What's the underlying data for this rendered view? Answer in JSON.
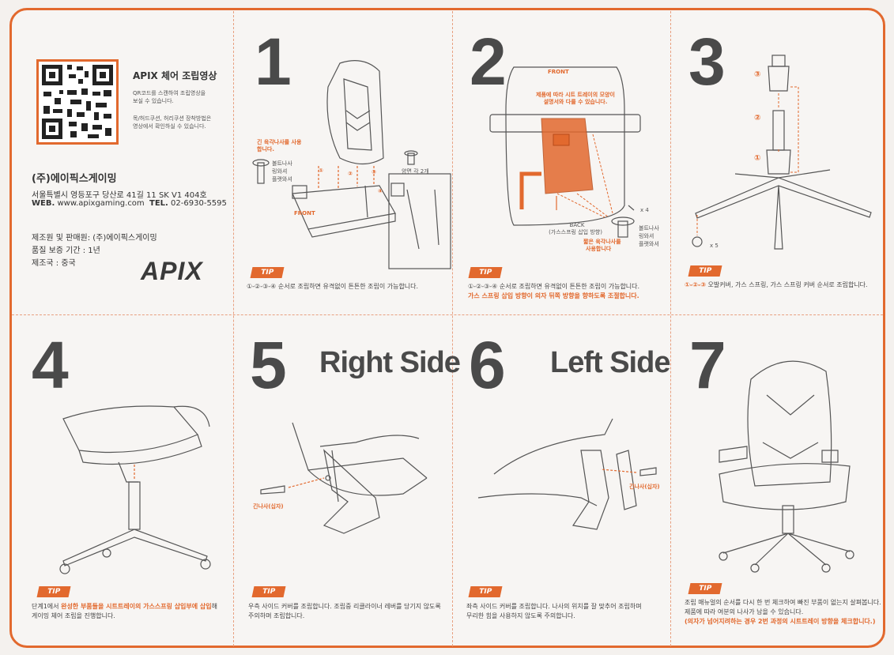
{
  "intro": {
    "video_title": "APIX 체어 조립영상",
    "qr_text_1": "QR코드를 스캔하여 조립영상을",
    "qr_text_2": "보실 수 있습니다.",
    "qr_text_3": "목/허드쿠션, 허리쿠션 장착방법은",
    "qr_text_4": "영상에서 확인하실 수 있습니다.",
    "company": "(주)에이픽스게이밍",
    "address": "서울특별시 영등포구 당산로 41길 11 SK V1 404호",
    "web_label": "WEB.",
    "web": "www.apixgaming.com",
    "tel_label": "TEL.",
    "tel": "02-6930-5595",
    "maker": "제조원 및 판매원: (주)에이픽스게이밍",
    "warranty": "품질 보증 기간 : 1년",
    "origin": "제조국 : 중국",
    "logo": "APIX"
  },
  "tip_label": "TIP",
  "step1": {
    "number": "1",
    "note": "긴 육각나사를 사용합니다.",
    "washer_1": "볼트나사",
    "washer_2": "링와셔",
    "washer_3": "플랫와셔",
    "both_sides": "양면 각 2개",
    "front": "FRONT",
    "c1": "①",
    "c2": "②",
    "c3": "③",
    "c4": "④",
    "tip": "①-②-③-④ 순서로 조립하면 유격없이 튼튼한 조립이 가능합니다."
  },
  "step2": {
    "number": "2",
    "front": "FRONT",
    "warn_1": "제품에 따라 시트 트레이의 모양이",
    "warn_2": "설명서와 다를 수 있습니다.",
    "back_1": "BACK",
    "back_2": "(가스스프링 삽입 방향)",
    "x4": "x 4",
    "washer_1": "볼트나사",
    "washer_2": "링와셔",
    "washer_3": "플랫와셔",
    "short_1": "짧은 육각나사를",
    "short_2": "사용합니다",
    "tip_1": "①-②-③-④ 순서로 조립하면 유격없이 튼튼한 조립이 가능합니다.",
    "tip_2": "가스 스프링 삽입 방향이 의자 뒤쪽 방향을 향하도록 조절합니다."
  },
  "step3": {
    "number": "3",
    "c1": "①",
    "c2": "②",
    "c3": "③",
    "x5": "x 5",
    "tip_a": "①-②-③",
    "tip_b": " 오발커버, 가스 스프링, 가스 스프링 커버 순서로 조립합니다."
  },
  "step4": {
    "number": "4",
    "tip_a": "단계1에서 ",
    "tip_b": "완성한 부품들을 시트트레이의 가스스프링 삽입부에 삽입",
    "tip_c": "해",
    "tip_d": "게이밍 체어 조립을 진행합니다."
  },
  "step5": {
    "number": "5",
    "side": "Right Side",
    "screw": "긴나사(십자)",
    "tip_1": "우측 사이드 커버를 조립합니다. 조립중 리클라이너 레버를 당기지 않도록",
    "tip_2": "주의하며 조립합니다."
  },
  "step6": {
    "number": "6",
    "side": "Left Side",
    "screw": "긴나사(십자)",
    "tip_1": "좌측 사이드 커버를 조립합니다. 나사의 위치를 잘 맞추어 조립하며",
    "tip_2": "무리한 힘을 사용하지 않도록 주의합니다."
  },
  "step7": {
    "number": "7",
    "tip_1": "조립 매뉴얼의 순서를 다시 한 번 체크하여 빠진 부품이 없는지 살펴봅니다.",
    "tip_2": "제품에 따라 여분의 나사가 남을 수 있습니다.",
    "tip_3": "(의자가 넘어지려하는 경우 2번 과정의 시트트레이 방향을 체크합니다.)"
  },
  "colors": {
    "accent": "#e2692e",
    "ink": "#4a4a4a"
  }
}
